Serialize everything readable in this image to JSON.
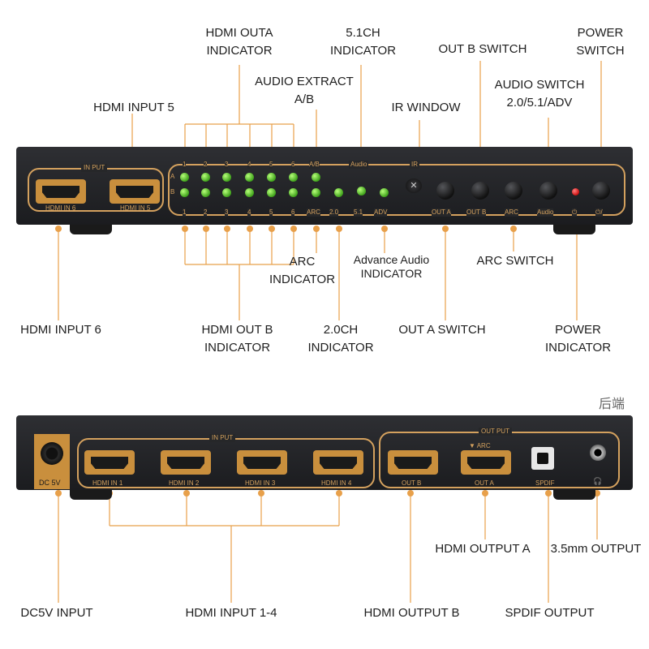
{
  "top_labels": {
    "hdmi_outa_indicator": [
      "HDMI OUTA",
      "INDICATOR"
    ],
    "ch51_indicator": [
      "5.1CH",
      "INDICATOR"
    ],
    "out_b_switch": "OUT B SWITCH",
    "power_switch": [
      "POWER",
      "SWITCH"
    ],
    "audio_extract": [
      "AUDIO EXTRACT",
      "A/B"
    ],
    "audio_switch": [
      "AUDIO SWITCH",
      "2.0/5.1/ADV"
    ],
    "hdmi_input_5": "HDMI INPUT 5",
    "ir_window": "IR WINDOW",
    "arc_indicator": [
      "ARC",
      "INDICATOR"
    ],
    "advance_audio": [
      "Advance Audio",
      "INDICATOR"
    ],
    "arc_switch": "ARC SWITCH",
    "hdmi_input_6": "HDMI INPUT 6",
    "hdmi_out_b_indicator": [
      "HDMI OUT B",
      "INDICATOR"
    ],
    "ch20_indicator": [
      "2.0CH",
      "INDICATOR"
    ],
    "out_a_switch": "OUT A SWITCH",
    "power_indicator": [
      "POWER",
      "INDICATOR"
    ]
  },
  "front_panel": {
    "input_caption": "IN PUT",
    "hdmi_in6": "HDMI IN 6",
    "hdmi_in5": "HDMI IN 5",
    "row_a": "A",
    "row_b": "B",
    "top_nums": [
      "1",
      "2",
      "3",
      "4",
      "5",
      "6",
      "A/B"
    ],
    "audio_caption": "Audio",
    "ir_caption": "IR",
    "bottom_nums": [
      "1",
      "2",
      "3",
      "4",
      "5",
      "6",
      "ARC",
      "2.0",
      "5.1",
      "ADV"
    ],
    "out_a": "OUT A",
    "out_b": "OUT B",
    "arc": "ARC",
    "audio": "Audio",
    "power_symbol": "⏻",
    "power_symbol2": "⏻/"
  },
  "rear_caption": "后端",
  "rear_panel": {
    "dc": "DC 5V",
    "input_caption": "IN PUT",
    "output_caption": "OUT PUT",
    "hdmi_in": [
      "HDMI IN 1",
      "HDMI IN 2",
      "HDMI IN 3",
      "HDMI IN 4"
    ],
    "out_b": "OUT B",
    "out_a": "OUT A",
    "arc": "▼ ARC",
    "spdif": "SPDIF",
    "headphone": "🎧"
  },
  "bottom_labels": {
    "hdmi_output_a": "HDMI OUTPUT A",
    "out_35mm": "3.5mm OUTPUT",
    "dc5v_input": "DC5V INPUT",
    "hdmi_input_1_4": "HDMI INPUT 1-4",
    "hdmi_output_b": "HDMI OUTPUT B",
    "spdif_output": "SPDIF OUTPUT"
  },
  "colors": {
    "accent": "#d4a15e",
    "callout_line": "#e8a04a",
    "panel": "#222326",
    "led": "#5fcf2a",
    "power_led": "#e02020"
  }
}
